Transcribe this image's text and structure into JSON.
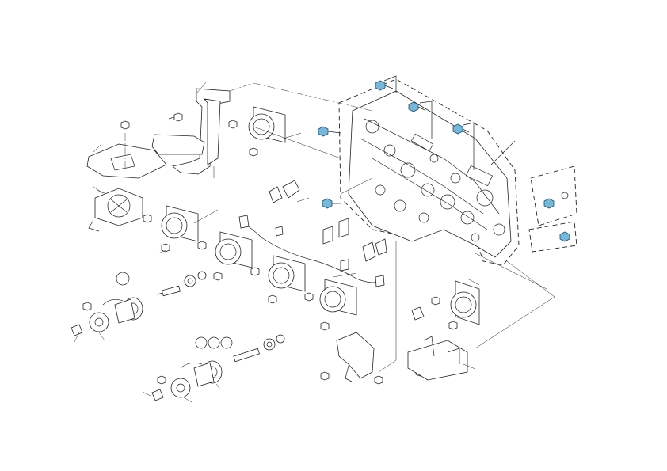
{
  "diagram": {
    "callouts": [
      {
        "id": "a",
        "label": ""
      },
      {
        "id": "b",
        "label": ""
      },
      {
        "id": "c",
        "label": ""
      },
      {
        "id": "d",
        "label": ""
      }
    ],
    "highlight_color": "#7ab6d6",
    "line_color": "#222222"
  }
}
